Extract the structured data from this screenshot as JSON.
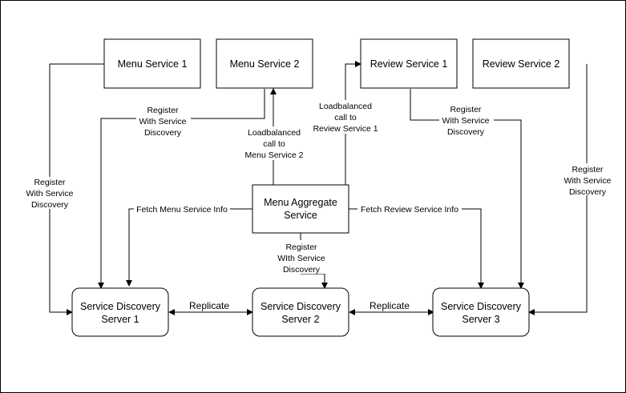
{
  "nodes": {
    "menu_service_1": {
      "label": [
        "Menu Service 1"
      ]
    },
    "menu_service_2": {
      "label": [
        "Menu Service 2"
      ]
    },
    "review_service_1": {
      "label": [
        "Review Service 1"
      ]
    },
    "review_service_2": {
      "label": [
        "Review Service 2"
      ]
    },
    "menu_aggregate": {
      "label": [
        "Menu Aggregate",
        "Service"
      ]
    },
    "sd_server_1": {
      "label": [
        "Service Discovery",
        "Server 1"
      ]
    },
    "sd_server_2": {
      "label": [
        "Service Discovery",
        "Server 2"
      ]
    },
    "sd_server_3": {
      "label": [
        "Service Discovery",
        "Server 3"
      ]
    }
  },
  "edge_labels": {
    "ms1_register": [
      "Register",
      "With Service",
      "Discovery"
    ],
    "ms2_register": [
      "Register",
      "With Service",
      "Discovery"
    ],
    "lb_menu2": [
      "Loadbalanced",
      "call to",
      "Menu Service 2"
    ],
    "lb_review1": [
      "Loadbalanced",
      "call to",
      "Review Service 1"
    ],
    "rs1_register": [
      "Register",
      "With Service",
      "Discovery"
    ],
    "rs2_register": [
      "Register",
      "With Service",
      "Discovery"
    ],
    "fetch_menu": [
      "Fetch Menu Service Info"
    ],
    "fetch_review": [
      "Fetch Review Service Info"
    ],
    "agg_register": [
      "Register",
      "WIth Service",
      "Discovery"
    ],
    "replicate_1_2": [
      "Replicate"
    ],
    "replicate_2_3": [
      "Replicate"
    ]
  },
  "colors": {
    "stroke": "#000000",
    "fill": "#ffffff",
    "text": "#000000"
  }
}
